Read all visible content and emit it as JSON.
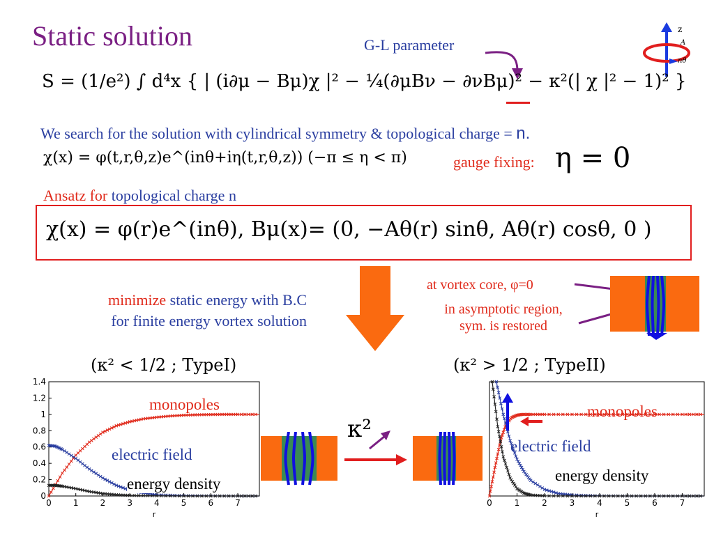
{
  "title": "Static solution",
  "gl_parameter": "G-L parameter",
  "axis_icon": {
    "z": "z",
    "A": "A",
    "n_theta": "nθ"
  },
  "action_equation": "S = (1/e²) ∫ d⁴x { | (i∂μ − Bμ)χ |² − ¼(∂μBν − ∂νBμ)² − κ²(| χ |² − 1)² }",
  "search_text": "We search for the solution with cylindrical symmetry & topological charge = ",
  "search_n": "n.",
  "chi_equation": "χ(x) = φ(t,r,θ,z)e^(inθ+iη(t,r,θ,z))   (−π ≤ η < π)",
  "gauge_label": "gauge fixing:",
  "gauge_value": "η = 0",
  "ansatz_prefix": "Ansatz for",
  "ansatz_suffix": " topological charge n",
  "ansatz_equation": "χ(x) = φ(r)e^(inθ), Bμ(x)= (0, −Aθ(r) sinθ, Aθ(r) cosθ, 0 )",
  "minimize_word": "minimize",
  "minimize_rest": " static energy with B.C",
  "minimize_line2": "for finite energy vortex solution",
  "vortex_core": "at vortex core, φ=0",
  "asymptotic_1": "in asymptotic region,",
  "asymptotic_2": "sym. is restored",
  "case1": "(κ² < 1/2 ; TypeI)",
  "case2": "(κ² > 1/2 ; TypeII)",
  "kappa_label": "κ²",
  "plot_labels": {
    "monopoles": "monopoles",
    "electric_field": "electric field",
    "energy_density": "energy density"
  },
  "colors": {
    "title": "#7a1f83",
    "blue": "#2a3ea0",
    "red": "#e02a1b",
    "orange": "#fa6a10",
    "green": "#3a8a55",
    "vortex_blue": "#1010e0"
  },
  "chart_data": [
    {
      "type": "line",
      "x_ticks": [
        "0",
        "1",
        "2",
        "3",
        "4",
        "5",
        "6",
        "7"
      ],
      "y_ticks": [
        "0",
        "0.2",
        "0.4",
        "0.6",
        "0.8",
        "1",
        "1.2",
        "1.4"
      ],
      "xlabel": "r",
      "xlim": [
        0,
        7.8
      ],
      "ylim": [
        0,
        1.4
      ],
      "series": [
        {
          "name": "monopoles",
          "color": "#e02a1b",
          "x": [
            0,
            0.5,
            1,
            1.5,
            2,
            2.5,
            3,
            3.5,
            4,
            4.5,
            5,
            5.5,
            6,
            6.5,
            7,
            7.8
          ],
          "y": [
            0,
            0.28,
            0.5,
            0.66,
            0.78,
            0.86,
            0.91,
            0.945,
            0.965,
            0.98,
            0.99,
            0.995,
            0.998,
            1,
            1,
            1
          ]
        },
        {
          "name": "electric field",
          "color": "#2a3ea0",
          "x": [
            0,
            0.25,
            0.5,
            1,
            1.5,
            2,
            2.5,
            3,
            3.5,
            4,
            5,
            6,
            7,
            7.8
          ],
          "y": [
            0.62,
            0.61,
            0.57,
            0.46,
            0.33,
            0.22,
            0.13,
            0.07,
            0.035,
            0.015,
            0.004,
            0.001,
            0,
            0
          ]
        },
        {
          "name": "energy density",
          "color": "#222222",
          "x": [
            0,
            0.25,
            0.5,
            1,
            1.5,
            2,
            2.5,
            3,
            4,
            5,
            6,
            7,
            7.8
          ],
          "y": [
            0.13,
            0.13,
            0.12,
            0.09,
            0.055,
            0.03,
            0.015,
            0.007,
            0.002,
            0,
            0,
            0,
            0
          ]
        }
      ]
    },
    {
      "type": "line",
      "x_ticks": [
        "0",
        "1",
        "2",
        "3",
        "4",
        "5",
        "6",
        "7"
      ],
      "xlabel": "r",
      "xlim": [
        0,
        7.8
      ],
      "ylim": [
        0,
        1.4
      ],
      "series": [
        {
          "name": "monopoles",
          "color": "#e02a1b",
          "x": [
            0,
            0.2,
            0.4,
            0.6,
            0.8,
            1,
            1.2,
            1.5,
            2,
            3,
            4,
            5,
            6,
            7,
            7.8
          ],
          "y": [
            0,
            0.35,
            0.68,
            0.88,
            0.96,
            0.99,
            1,
            1,
            1,
            1,
            1,
            1,
            1,
            1,
            1
          ]
        },
        {
          "name": "electric field",
          "color": "#2a3ea0",
          "x": [
            0.25,
            0.5,
            0.75,
            1,
            1.25,
            1.5,
            2,
            2.5,
            3,
            4,
            5,
            6,
            7,
            7.8
          ],
          "y": [
            1.4,
            1.0,
            0.68,
            0.45,
            0.3,
            0.19,
            0.08,
            0.03,
            0.012,
            0.002,
            0,
            0,
            0,
            0
          ]
        },
        {
          "name": "energy density",
          "color": "#222222",
          "x": [
            0.1,
            0.3,
            0.5,
            0.75,
            1,
            1.25,
            1.5,
            2,
            3,
            4,
            5,
            6,
            7,
            7.8
          ],
          "y": [
            1.4,
            0.85,
            0.48,
            0.22,
            0.09,
            0.035,
            0.012,
            0.002,
            0,
            0,
            0,
            0,
            0,
            0
          ]
        }
      ]
    }
  ]
}
